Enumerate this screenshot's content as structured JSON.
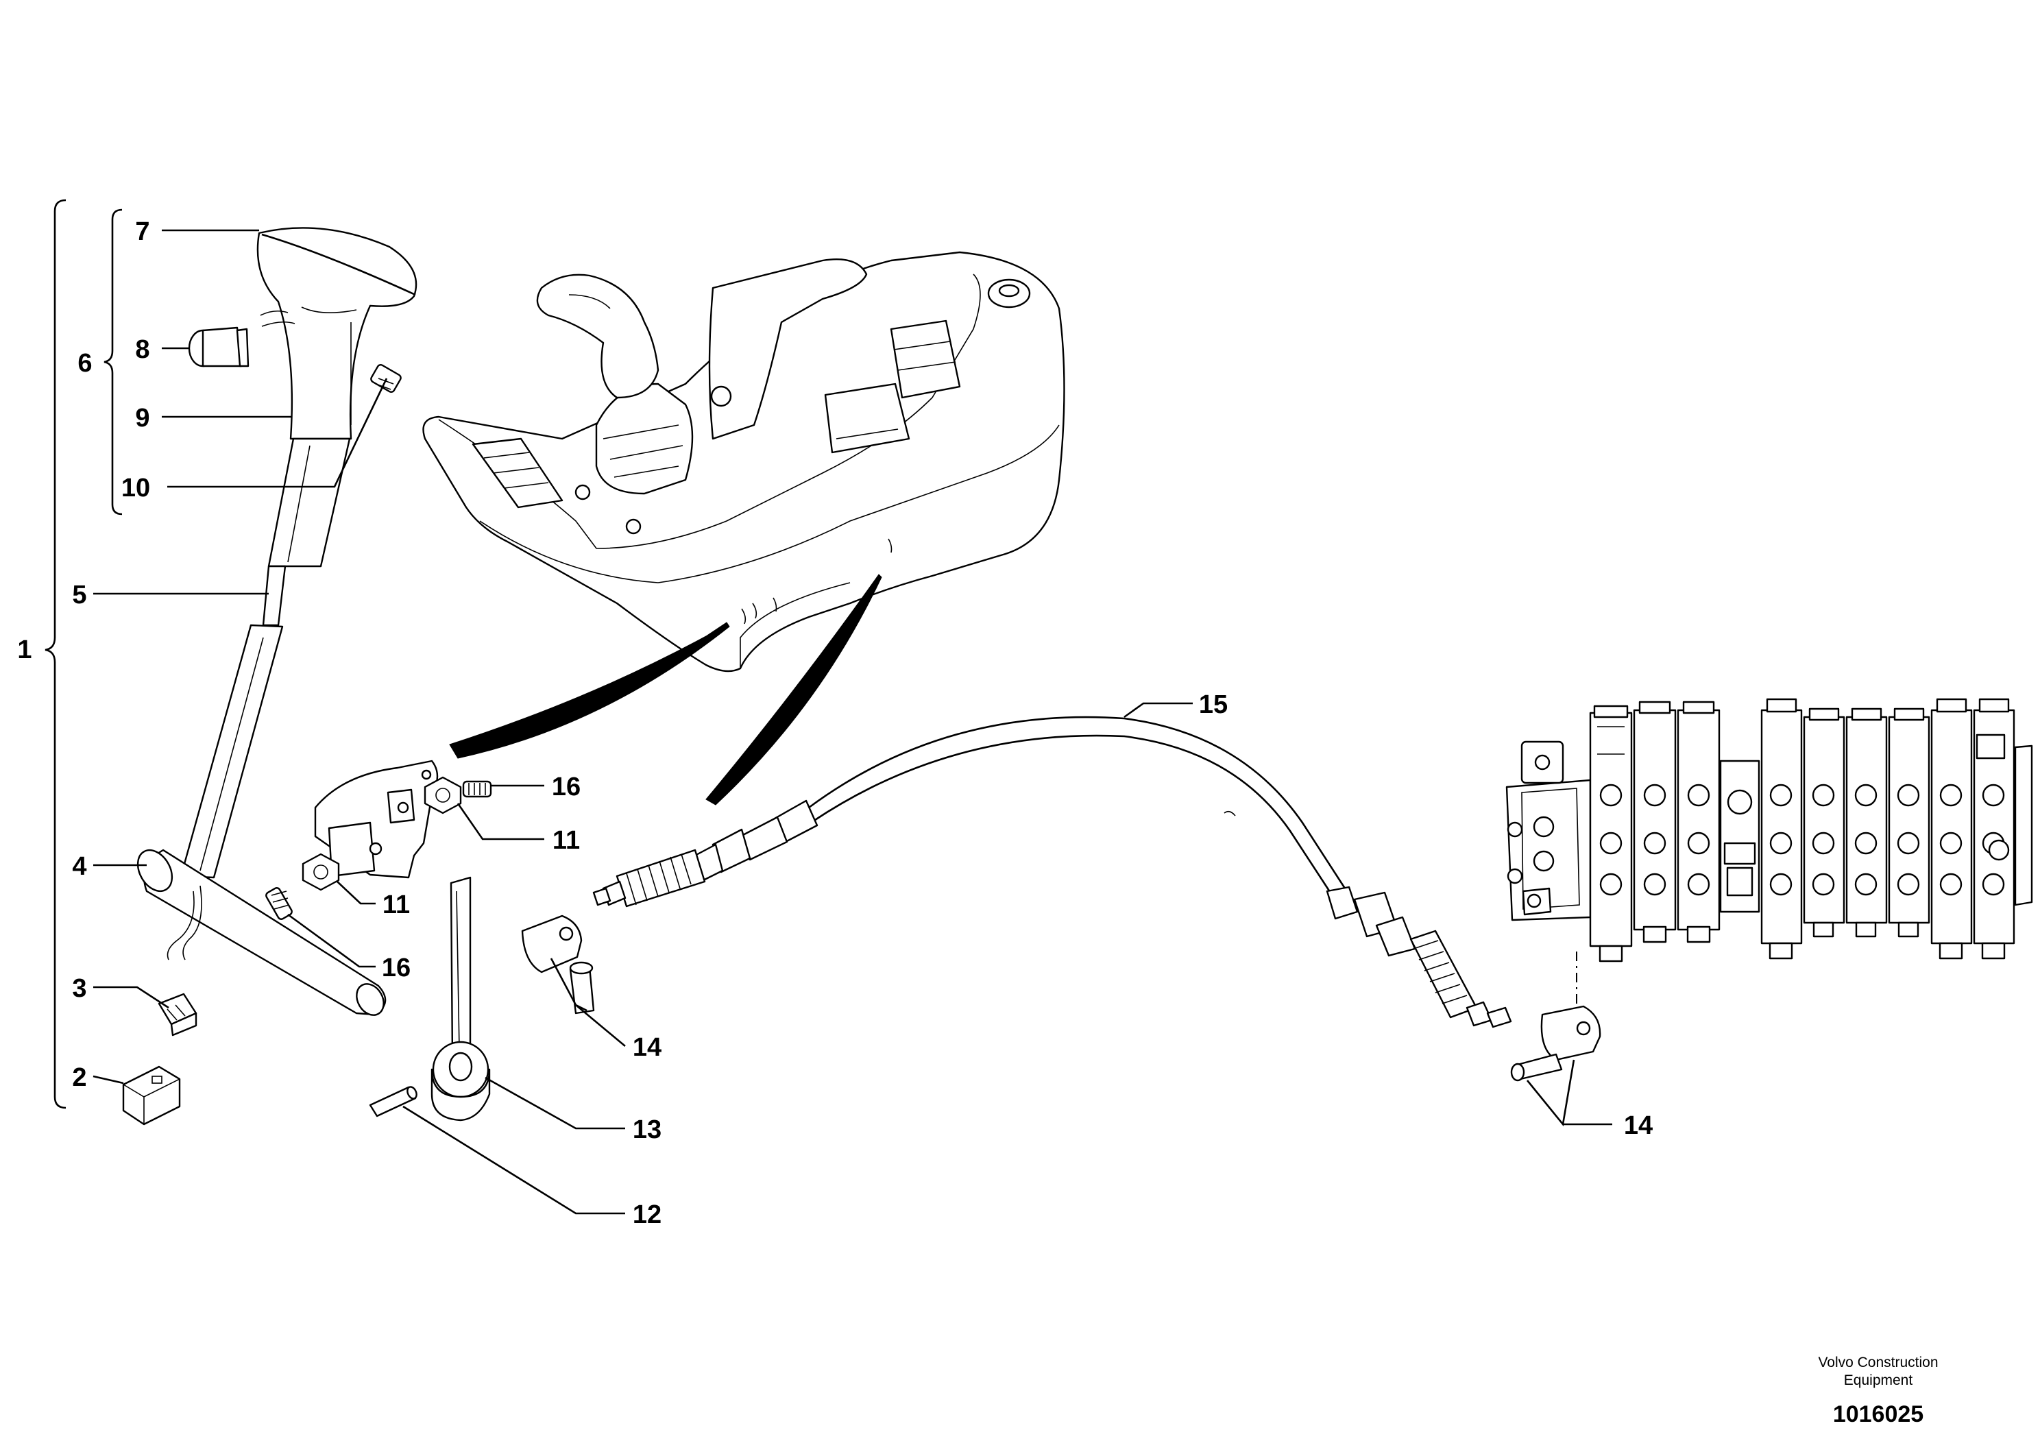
{
  "callouts": {
    "c1": "1",
    "c2": "2",
    "c3": "3",
    "c4": "4",
    "c5": "5",
    "c6": "6",
    "c7": "7",
    "c8": "8",
    "c9": "9",
    "c10": "10",
    "c11a": "11",
    "c11b": "11",
    "c12": "12",
    "c13": "13",
    "c14a": "14",
    "c14b": "14",
    "c15": "15",
    "c16a": "16",
    "c16b": "16"
  },
  "footer": {
    "company_line1": "Volvo Construction",
    "company_line2": "Equipment",
    "drawing_number": "1016025"
  }
}
